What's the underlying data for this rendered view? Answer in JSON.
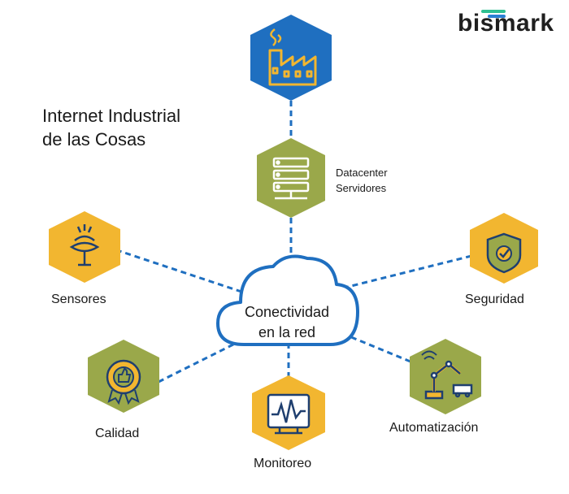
{
  "brand": {
    "name": "bismark",
    "colors": {
      "accent_green": "#2ebf91",
      "accent_blue": "#2a7fd4",
      "dark": "#1f1f1f"
    }
  },
  "title": {
    "line1": "Internet Industrial",
    "line2": "de las Cosas"
  },
  "center": {
    "line1": "Conectividad",
    "line2": "en la red",
    "icon": "cloud-icon"
  },
  "nodes": {
    "fabrica": {
      "label": "",
      "icon": "factory-icon",
      "color": "#1f6fc0"
    },
    "datacenter": {
      "line1": "Datacenter",
      "line2": "Servidores",
      "icon": "server-icon",
      "color": "#9aa84a"
    },
    "sensores": {
      "label": "Sensores",
      "icon": "sensor-icon",
      "color": "#f2b630"
    },
    "seguridad": {
      "label": "Seguridad",
      "icon": "shield-check-icon",
      "color": "#f2b630"
    },
    "calidad": {
      "label": "Calidad",
      "icon": "quality-badge-icon",
      "color": "#9aa84a"
    },
    "monitoreo": {
      "label": "Monitoreo",
      "icon": "monitor-chart-icon",
      "color": "#f2b630"
    },
    "automatizacion": {
      "label": "Automatización",
      "icon": "robot-arm-icon",
      "color": "#9aa84a"
    }
  },
  "connector_color": "#1f6fc0"
}
